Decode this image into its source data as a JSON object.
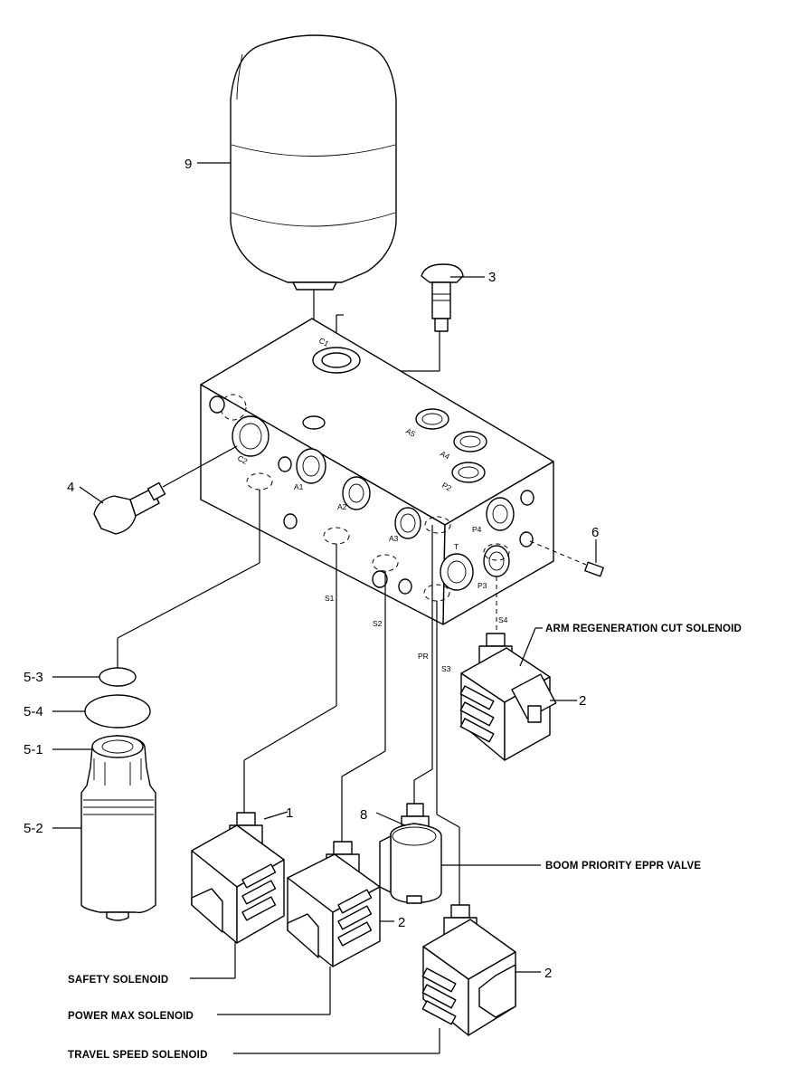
{
  "callouts": {
    "n9": "9",
    "n3": "3",
    "n4": "4",
    "n6": "6",
    "n53": "5-3",
    "n54": "5-4",
    "n51": "5-1",
    "n52": "5-2",
    "n1": "1",
    "n8": "8",
    "n2a": "2",
    "n2b": "2",
    "n2c": "2"
  },
  "captions": {
    "arm_regen": "ARM REGENERATION CUT SOLENOID",
    "boom_priority": "BOOM PRIORITY EPPR VALVE",
    "safety": "SAFETY SOLENOID",
    "power_max": "POWER MAX SOLENOID",
    "travel_speed": "TRAVEL SPEED SOLENOID"
  },
  "ports": {
    "c1": "C1",
    "c2": "C2",
    "a1": "A1",
    "a2": "A2",
    "a3": "A3",
    "a4": "A4",
    "a5": "A5",
    "p2": "P2",
    "p3": "P3",
    "p4": "P4",
    "t": "T",
    "s1": "S1",
    "s2": "S2",
    "s3": "S3",
    "s4": "S4",
    "pr": "PR"
  }
}
